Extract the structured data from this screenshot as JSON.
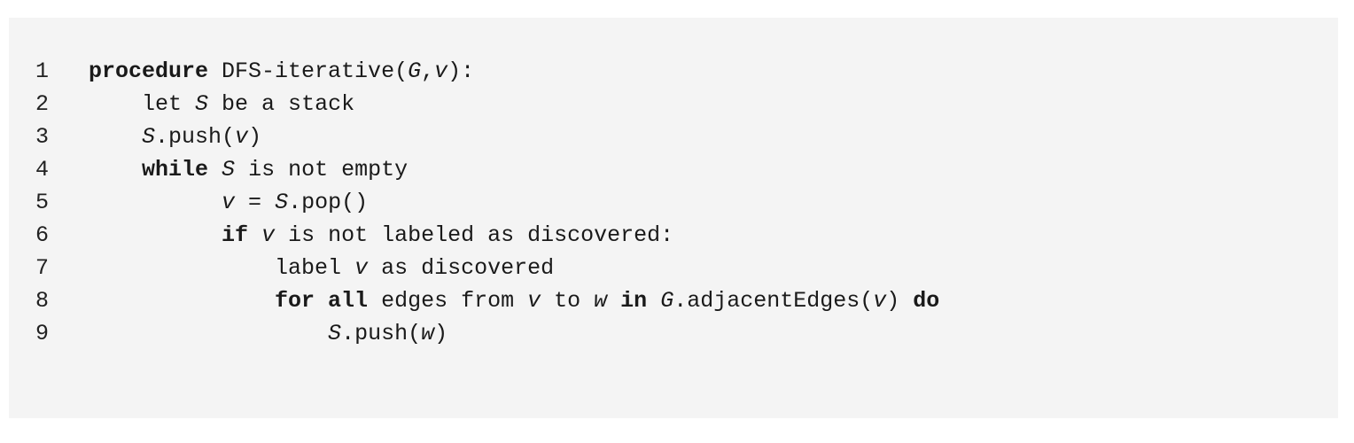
{
  "code_listing": {
    "lines": [
      {
        "number": "1",
        "indent": 0,
        "segments": [
          {
            "text": "procedure",
            "style": "kw"
          },
          {
            "text": " DFS-iterative(",
            "style": ""
          },
          {
            "text": "G",
            "style": "var"
          },
          {
            "text": ",",
            "style": ""
          },
          {
            "text": "v",
            "style": "var"
          },
          {
            "text": "):",
            "style": ""
          }
        ]
      },
      {
        "number": "2",
        "indent": 4,
        "segments": [
          {
            "text": "let ",
            "style": ""
          },
          {
            "text": "S",
            "style": "var"
          },
          {
            "text": " be a stack",
            "style": ""
          }
        ]
      },
      {
        "number": "3",
        "indent": 4,
        "segments": [
          {
            "text": "S",
            "style": "var"
          },
          {
            "text": ".push(",
            "style": ""
          },
          {
            "text": "v",
            "style": "var"
          },
          {
            "text": ")",
            "style": ""
          }
        ]
      },
      {
        "number": "4",
        "indent": 4,
        "segments": [
          {
            "text": "while",
            "style": "kw"
          },
          {
            "text": " ",
            "style": ""
          },
          {
            "text": "S",
            "style": "var"
          },
          {
            "text": " is not empty",
            "style": ""
          }
        ]
      },
      {
        "number": "5",
        "indent": 10,
        "segments": [
          {
            "text": "v",
            "style": "var"
          },
          {
            "text": " = ",
            "style": ""
          },
          {
            "text": "S",
            "style": "var"
          },
          {
            "text": ".pop()",
            "style": ""
          }
        ]
      },
      {
        "number": "6",
        "indent": 10,
        "segments": [
          {
            "text": "if",
            "style": "kw"
          },
          {
            "text": " ",
            "style": ""
          },
          {
            "text": "v",
            "style": "var"
          },
          {
            "text": " is not labeled as discovered:",
            "style": ""
          }
        ]
      },
      {
        "number": "7",
        "indent": 14,
        "segments": [
          {
            "text": "label ",
            "style": ""
          },
          {
            "text": "v",
            "style": "var"
          },
          {
            "text": " as discovered",
            "style": ""
          }
        ]
      },
      {
        "number": "8",
        "indent": 14,
        "segments": [
          {
            "text": "for all",
            "style": "kw"
          },
          {
            "text": " edges from ",
            "style": ""
          },
          {
            "text": "v",
            "style": "var"
          },
          {
            "text": " to ",
            "style": ""
          },
          {
            "text": "w",
            "style": "var"
          },
          {
            "text": " ",
            "style": ""
          },
          {
            "text": "in",
            "style": "kw"
          },
          {
            "text": " ",
            "style": ""
          },
          {
            "text": "G",
            "style": "var"
          },
          {
            "text": ".adjacentEdges(",
            "style": ""
          },
          {
            "text": "v",
            "style": "var"
          },
          {
            "text": ") ",
            "style": ""
          },
          {
            "text": "do",
            "style": "kw"
          }
        ]
      },
      {
        "number": "9",
        "indent": 18,
        "segments": [
          {
            "text": "S",
            "style": "var"
          },
          {
            "text": ".push(",
            "style": ""
          },
          {
            "text": "w",
            "style": "var"
          },
          {
            "text": ")",
            "style": ""
          }
        ]
      }
    ]
  }
}
